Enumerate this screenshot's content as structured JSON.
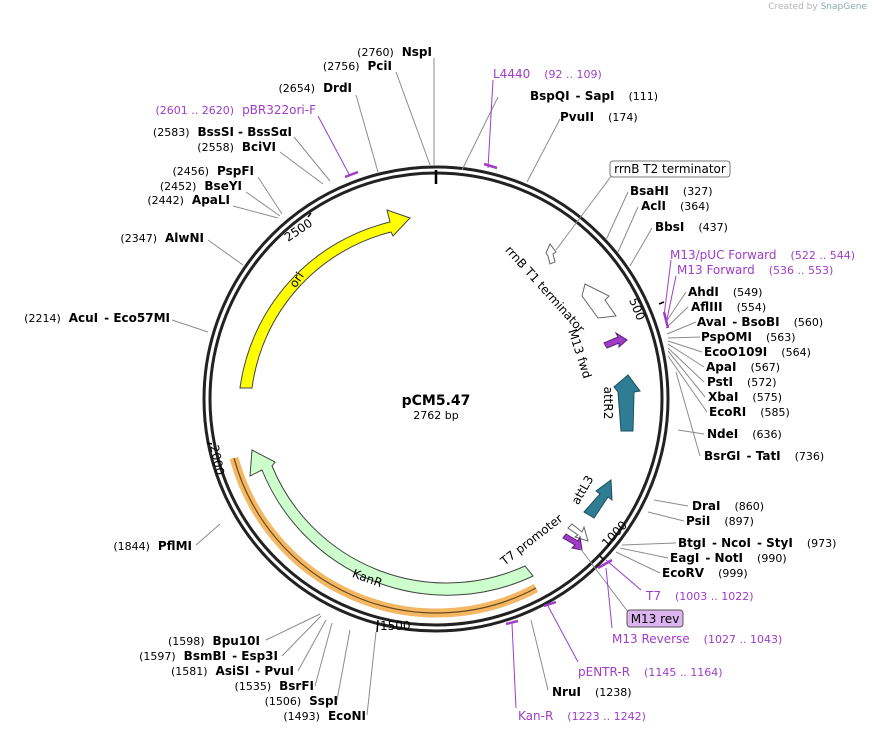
{
  "credit": {
    "prefix": "Created by",
    "brand": "SnapGene"
  },
  "plasmid": {
    "name": "pCM5.47",
    "length_label": "2762 bp",
    "length": 2762
  },
  "ticks": [
    {
      "label": "500",
      "bp": 500
    },
    {
      "label": "1000",
      "bp": 1000
    },
    {
      "label": "1500",
      "bp": 1500
    },
    {
      "label": "2000",
      "bp": 2000
    },
    {
      "label": "2500",
      "bp": 2500
    }
  ],
  "enzymes": [
    {
      "pos": "(2760)",
      "name": "NspI"
    },
    {
      "pos": "(2756)",
      "name": "PciI"
    },
    {
      "pos": "(2654)",
      "name": "DrdI"
    },
    {
      "pos": "(2583)",
      "name": "BssSI",
      "name2": "BssSαI"
    },
    {
      "pos": "(2558)",
      "name": "BciVI"
    },
    {
      "pos": "(2456)",
      "name": "PspFI"
    },
    {
      "pos": "(2452)",
      "name": "BseYI"
    },
    {
      "pos": "(2442)",
      "name": "ApaLI"
    },
    {
      "pos": "(2347)",
      "name": "AlwNI"
    },
    {
      "pos": "(2214)",
      "name": "AcuI",
      "name2": "Eco57MI"
    },
    {
      "pos": "(1844)",
      "name": "PflMI"
    },
    {
      "pos": "(1598)",
      "name": "Bpu10I"
    },
    {
      "pos": "(1597)",
      "name": "BsmBI",
      "name2": "Esp3I"
    },
    {
      "pos": "(1581)",
      "name": "AsiSI",
      "name2": "PvuI"
    },
    {
      "pos": "(1535)",
      "name": "BsrFI"
    },
    {
      "pos": "(1506)",
      "name": "SspI"
    },
    {
      "pos": "(1493)",
      "name": "EcoNI"
    },
    {
      "pos": "(111)",
      "name": "BspQI",
      "name2": "SapI"
    },
    {
      "pos": "(174)",
      "name": "PvuII"
    },
    {
      "pos": "(327)",
      "name": "BsaHI"
    },
    {
      "pos": "(364)",
      "name": "AclI"
    },
    {
      "pos": "(437)",
      "name": "BbsI"
    },
    {
      "pos": "(549)",
      "name": "AhdI"
    },
    {
      "pos": "(554)",
      "name": "AflIII"
    },
    {
      "pos": "(560)",
      "name": "AvaI",
      "name2": "BsoBI"
    },
    {
      "pos": "(563)",
      "name": "PspOMI"
    },
    {
      "pos": "(564)",
      "name": "EcoO109I"
    },
    {
      "pos": "(567)",
      "name": "ApaI"
    },
    {
      "pos": "(572)",
      "name": "PstI"
    },
    {
      "pos": "(575)",
      "name": "XbaI"
    },
    {
      "pos": "(585)",
      "name": "EcoRI"
    },
    {
      "pos": "(636)",
      "name": "NdeI"
    },
    {
      "pos": "(736)",
      "name": "BsrGI",
      "name2": "TatI"
    },
    {
      "pos": "(860)",
      "name": "DraI"
    },
    {
      "pos": "(897)",
      "name": "PsiI"
    },
    {
      "pos": "(973)",
      "name": "BtgI",
      "name2": "NcoI",
      "name3": "StyI"
    },
    {
      "pos": "(990)",
      "name": "EagI",
      "name2": "NotI"
    },
    {
      "pos": "(999)",
      "name": "EcoRV"
    },
    {
      "pos": "(1238)",
      "name": "NruI"
    }
  ],
  "primers": [
    {
      "name": "L4440",
      "range": "(92 .. 109)"
    },
    {
      "name": "pBR322ori-F",
      "range": "(2601 .. 2620)"
    },
    {
      "name": "M13/pUC Forward",
      "range": "(522 .. 544)"
    },
    {
      "name": "M13 Forward",
      "range": "(536 .. 553)"
    },
    {
      "name": "T7",
      "range": "(1003 .. 1022)"
    },
    {
      "name": "M13 Reverse",
      "range": "(1027 .. 1043)"
    },
    {
      "name": "pENTR-R",
      "range": "(1145 .. 1164)"
    },
    {
      "name": "Kan-R",
      "range": "(1223 .. 1242)"
    }
  ],
  "features": {
    "rrnb_t2": "rrnB T2 terminator",
    "rrnb_t1": "rrnB T1 terminator",
    "m13_fwd": "M13 fwd",
    "attr2": "attR2",
    "attl3": "attL3",
    "t7_promoter": "T7 promoter",
    "m13_rev": "M13 rev",
    "ori": "ori",
    "kanr": "KanR"
  },
  "colors": {
    "ori": "#ffff00",
    "kanr": "#ccffcc",
    "att": "#2e7d94",
    "primer": "#a03cc8",
    "highlight": "#f0a030"
  }
}
